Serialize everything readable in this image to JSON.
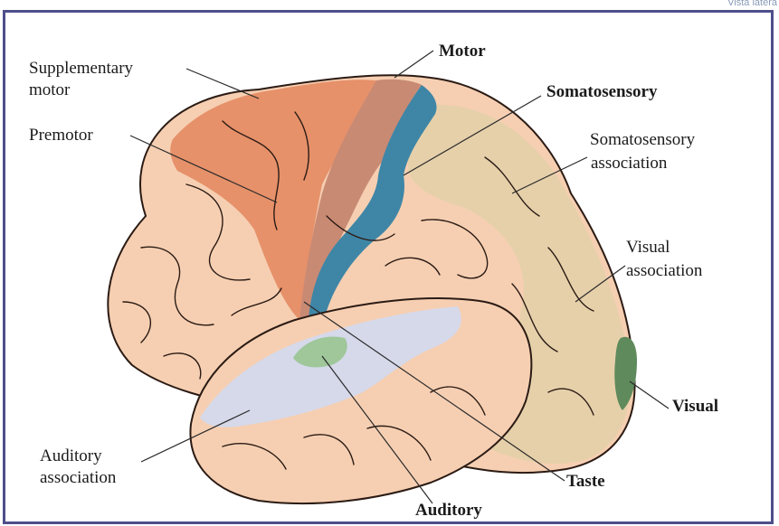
{
  "corner_text": "Vista latera",
  "labels": {
    "supplementary_motor_line1": "Supplementary",
    "supplementary_motor_line2": "motor",
    "motor": "Motor",
    "somatosensory": "Somatosensory",
    "premotor": "Premotor",
    "somatosensory_association_line1": "Somatosensory",
    "somatosensory_association_line2": "association",
    "visual_association_line1": "Visual",
    "visual_association_line2": "association",
    "visual": "Visual",
    "auditory_association_line1": "Auditory",
    "auditory_association_line2": "association",
    "taste": "Taste",
    "auditory": "Auditory"
  },
  "colors": {
    "frame_border": "#4e4e8c",
    "cortex_base": "#f6cfb2",
    "supplementary_premotor_region": "#e6916a",
    "motor_region": "#c98a74",
    "somatosensory_region": "#3f86a6",
    "somatosensory_association_region": "#e4cfa8",
    "auditory_association_region": "#d5d9ea",
    "auditory_region": "#9fc79a",
    "visual_region": "#5f8a5c",
    "outline": "#2b1b14"
  }
}
